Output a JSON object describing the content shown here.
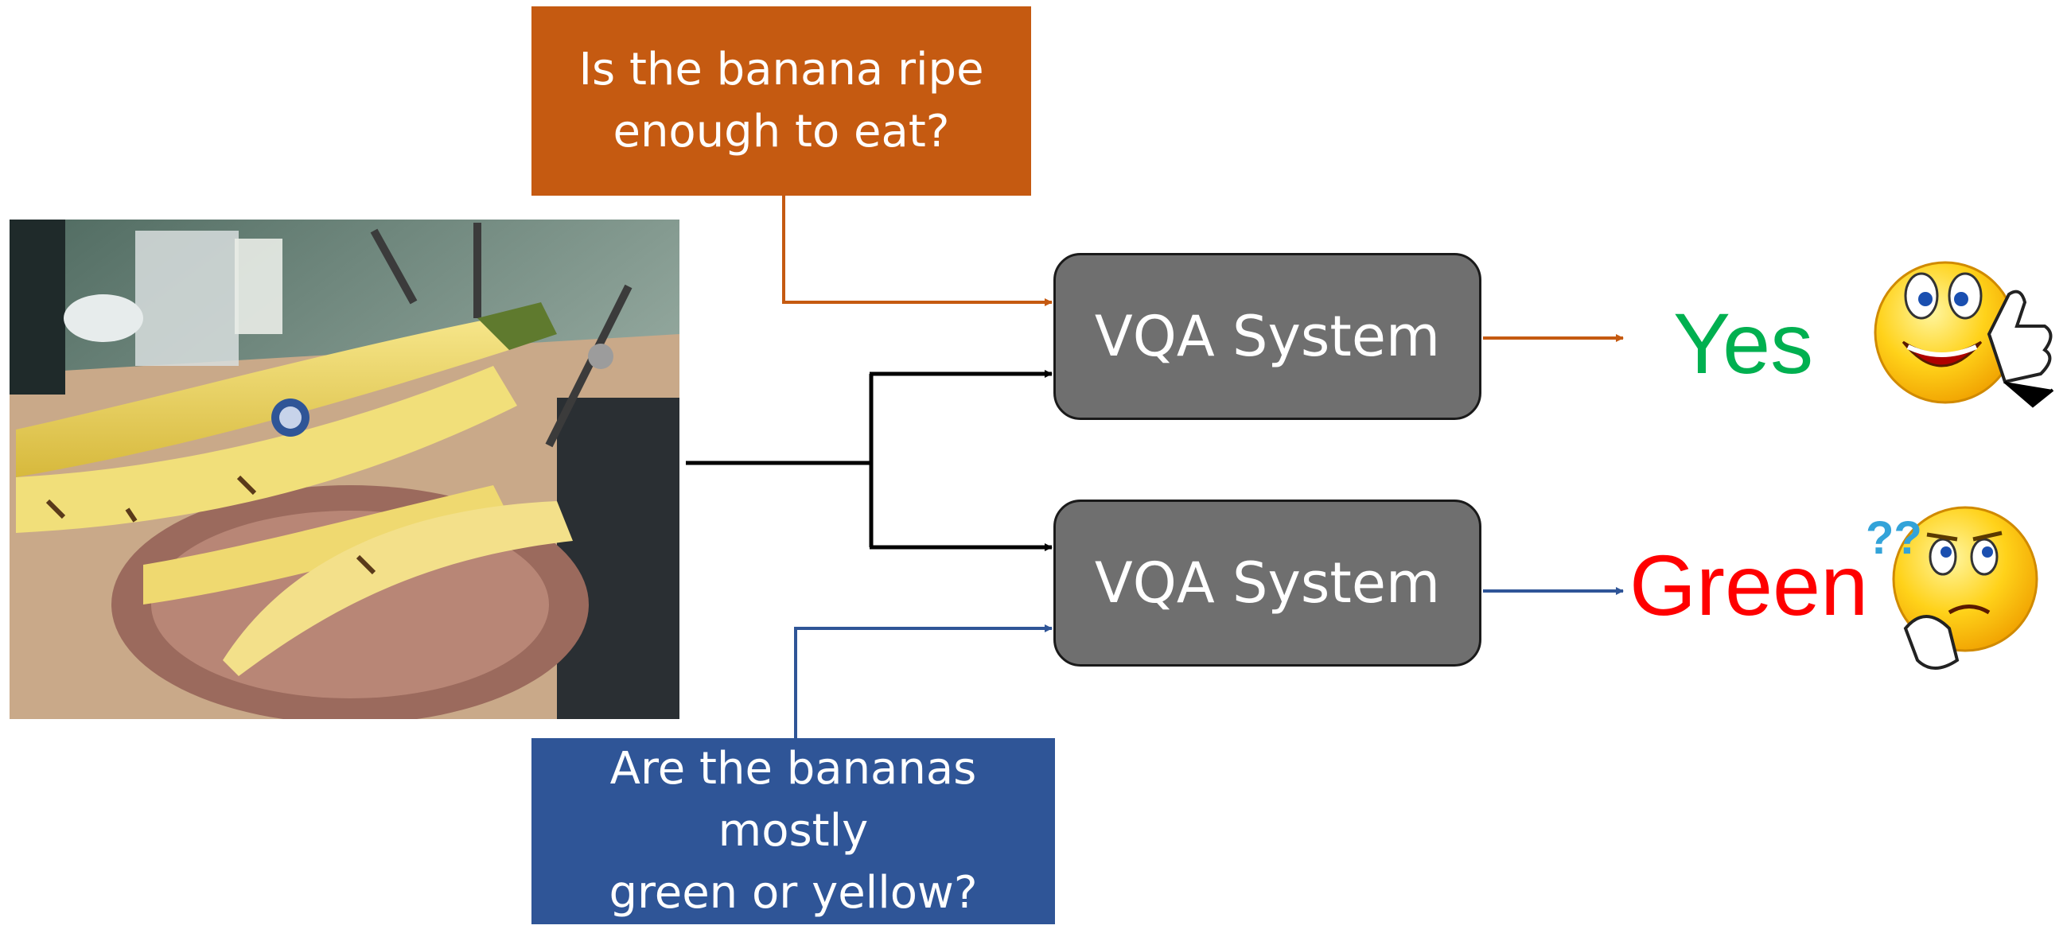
{
  "question_1": {
    "text": "Is the banana ripe\nenough to eat?",
    "color": "#c55a11"
  },
  "question_2": {
    "text": "Are the bananas mostly\ngreen or yellow?",
    "color": "#2f5597"
  },
  "vqa_system_1": {
    "label": "VQA System"
  },
  "vqa_system_2": {
    "label": "VQA System"
  },
  "answer_1": {
    "text": "Yes",
    "color": "#00b050"
  },
  "answer_2": {
    "text": "Green",
    "color": "#ff0000"
  },
  "question_marks": "??",
  "icons": {
    "answer_1": "smiley-thumbs-up-icon",
    "answer_2": "smiley-thinking-icon"
  },
  "image": {
    "subject": "bananas-photo"
  }
}
